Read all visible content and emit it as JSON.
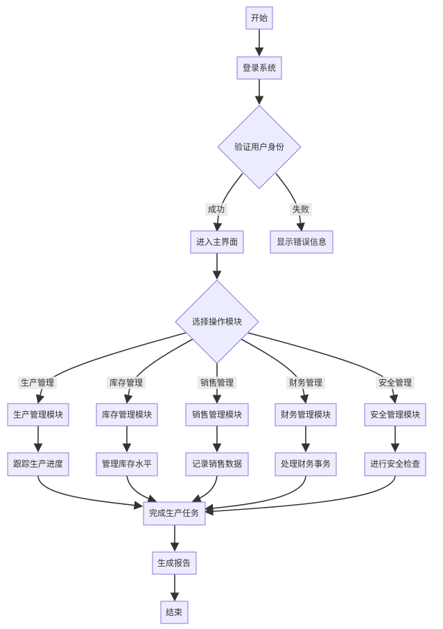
{
  "nodes": {
    "start": "开始",
    "login": "登录系统",
    "verify": "验证用户身份",
    "main": "进入主界面",
    "error": "显示错误信息",
    "select": "选择操作模块",
    "prod_module": "生产管理模块",
    "inv_module": "库存管理模块",
    "sales_module": "销售管理模块",
    "fin_module": "财务管理模块",
    "sec_module": "安全管理模块",
    "prod_track": "跟踪生产进度",
    "inv_manage": "管理库存水平",
    "sales_record": "记录销售数据",
    "fin_handle": "处理财务事务",
    "sec_check": "进行安全检查",
    "complete": "完成生产任务",
    "report": "生成报告",
    "end": "结束"
  },
  "edge_labels": {
    "success": "成功",
    "fail": "失败",
    "prod": "生产管理",
    "inv": "库存管理",
    "sales": "销售管理",
    "fin": "财务管理",
    "sec": "安全管理"
  }
}
